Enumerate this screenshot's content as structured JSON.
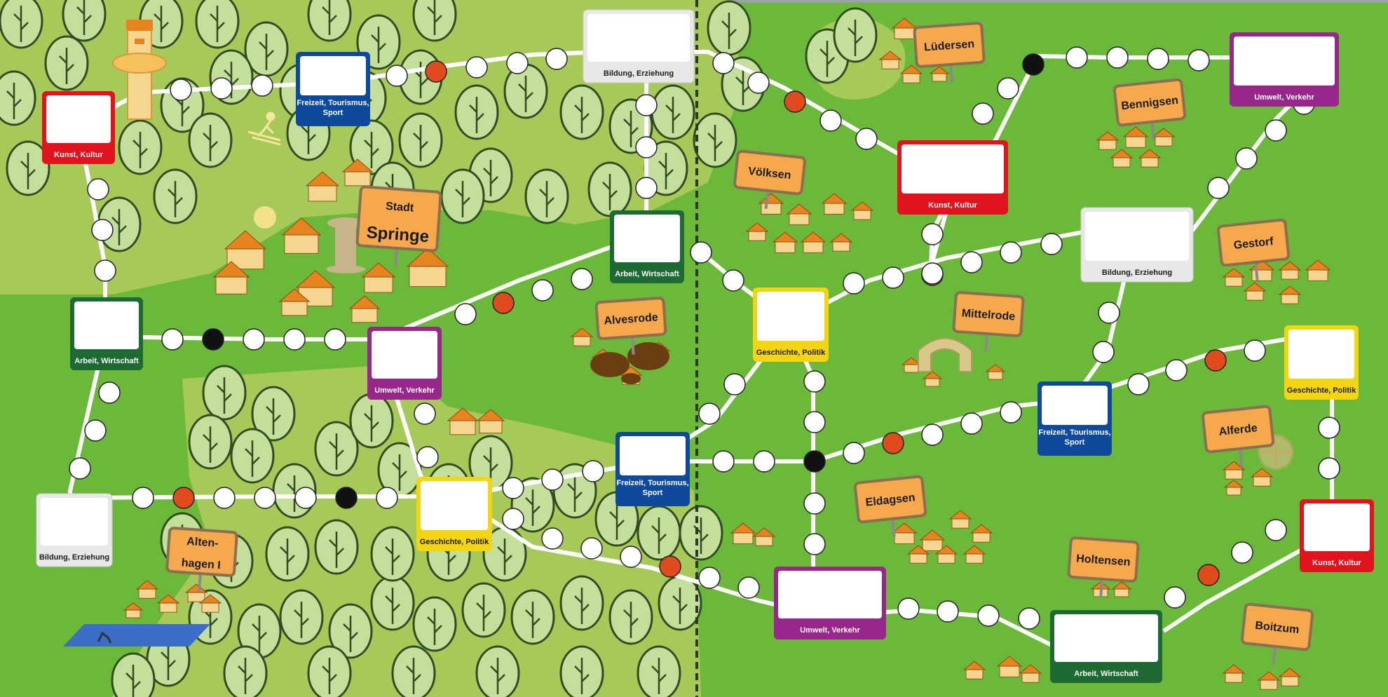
{
  "colors": {
    "grass": "#6cb83a",
    "forest": "#a6c95a",
    "tree_fill": "#c3df9b",
    "tree_stroke": "#2f4d1e",
    "path": "#ffffff",
    "space_red": "#e04a1c",
    "space_black": "#111111",
    "sign": "#f6a84c",
    "sign_border": "#8a7050",
    "roof": "#e88420",
    "wall": "#f5d58f",
    "water": "#3b6dc9",
    "red": "#e0131f",
    "blue": "#0d4a9e",
    "green": "#1d6a33",
    "purple": "#97278a",
    "yellow": "#f3d511",
    "grey": "#e8e8e8"
  },
  "topics": {
    "kunst": "Kunst, Kultur",
    "arbeit": "Arbeit, Wirtschaft",
    "bildung": "Bildung, Erziehung",
    "freizeit": [
      "Freizeit, Tourismus,",
      "Sport"
    ],
    "umwelt": "Umwelt, Verkehr",
    "geschichte": "Geschichte, Politik"
  },
  "towns": {
    "springe": [
      "Stadt",
      "Springe"
    ],
    "altenhagen": [
      "Alten-",
      "hagen I"
    ],
    "alvesrode": "Alvesrode",
    "voelksen": "Völksen",
    "luedersen": "Lüdersen",
    "bennigsen": "Bennigsen",
    "gestorf": "Gestorf",
    "mittelrode": "Mittelrode",
    "alferde": "Alferde",
    "eldagsen": "Eldagsen",
    "holtensen": "Holtensen",
    "boitzum": "Boitzum"
  },
  "icons": {
    "skier": "skier-icon",
    "bison": "bison-icon"
  }
}
